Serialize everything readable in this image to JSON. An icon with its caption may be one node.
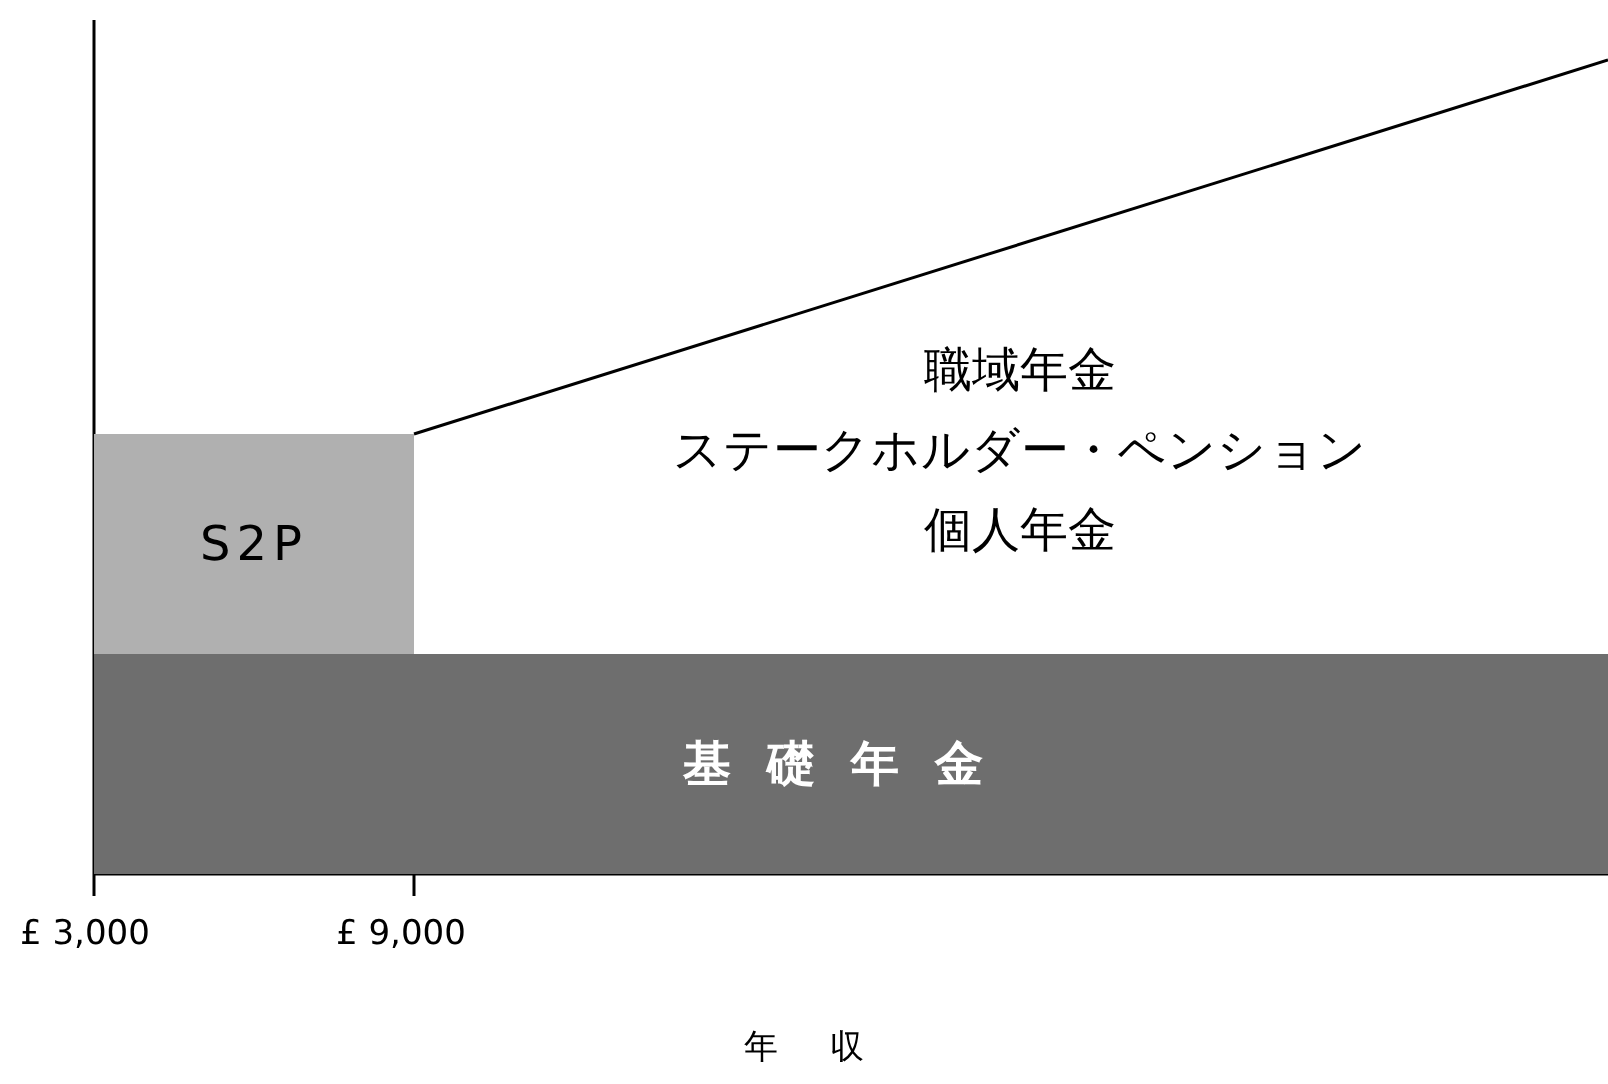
{
  "diagram": {
    "nodes": [
      {
        "text": [
          "職域年金",
          "ステークホルダー・ペンション",
          "個人年金"
        ]
      },
      {
        "text": [
          "S2P"
        ]
      },
      {
        "text": [
          "基礎年金"
        ]
      }
    ],
    "labels": [
      "£ 3,000",
      "£ 9,000",
      "年収"
    ]
  }
}
